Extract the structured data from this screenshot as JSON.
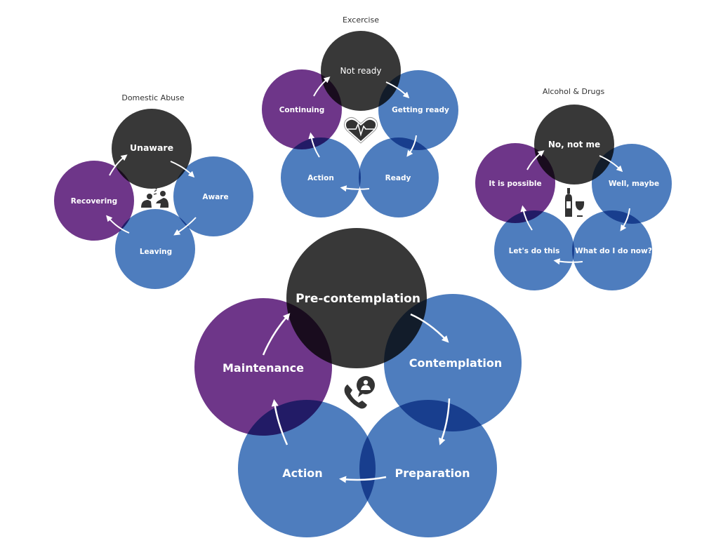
{
  "colors": {
    "dark": "#383838",
    "blue": "#3f72b8",
    "purple": "#62257f",
    "arrow": "#ffffff",
    "icon": "#333333"
  },
  "diagrams": {
    "domestic_abuse": {
      "title": "Domestic Abuse",
      "icon": "argument-people-icon",
      "stages": [
        {
          "label": "Unaware",
          "color": "dark"
        },
        {
          "label": "Aware",
          "color": "blue"
        },
        {
          "label": "Leaving",
          "color": "blue"
        },
        {
          "label": "Recovering",
          "color": "purple"
        }
      ]
    },
    "exercise": {
      "title": "Excercise",
      "icon": "heartbeat-icon",
      "stages": [
        {
          "label": "Not ready",
          "color": "dark"
        },
        {
          "label": "Getting ready",
          "color": "blue"
        },
        {
          "label": "Ready",
          "color": "blue"
        },
        {
          "label": "Action",
          "color": "blue"
        },
        {
          "label": "Continuing",
          "color": "purple"
        }
      ]
    },
    "alcohol_drugs": {
      "title": "Alcohol & Drugs",
      "icon": "bottle-and-glass-icon",
      "stages": [
        {
          "label": "No, not me",
          "color": "dark"
        },
        {
          "label": "Well, maybe",
          "color": "blue"
        },
        {
          "label": "What do I do now?",
          "color": "blue"
        },
        {
          "label": "Let's do this",
          "color": "blue"
        },
        {
          "label": "It is possible",
          "color": "purple"
        }
      ]
    },
    "main": {
      "title": "",
      "icon": "phone-support-icon",
      "stages": [
        {
          "label": "Pre-contemplation",
          "color": "dark"
        },
        {
          "label": "Contemplation",
          "color": "blue"
        },
        {
          "label": "Preparation",
          "color": "blue"
        },
        {
          "label": "Action",
          "color": "blue"
        },
        {
          "label": "Maintenance",
          "color": "purple"
        }
      ]
    }
  }
}
